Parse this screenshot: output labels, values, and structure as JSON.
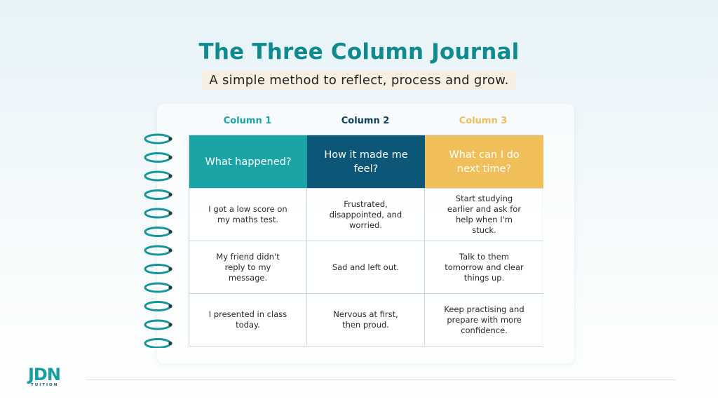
{
  "title": "The Three Column Journal",
  "subtitle": "A simple method to reflect, process and grow.",
  "columns": [
    {
      "label": "Column 1",
      "heading": "What happened?",
      "color": "#1aa4a5"
    },
    {
      "label": "Column 2",
      "heading": "How it made me feel?",
      "color": "#0c5677"
    },
    {
      "label": "Column 3",
      "heading": "What can I do next time?",
      "color": "#f0bf5a"
    }
  ],
  "rows": [
    [
      "I got a low score on my maths test.",
      "Frustrated, disappointed, and worried.",
      "Start studying earlier and ask for help when I'm stuck."
    ],
    [
      "My friend didn't reply to my message.",
      "Sad and left out.",
      "Talk to them tomorrow and clear things up."
    ],
    [
      "I presented in class today.",
      "Nervous at first, then proud.",
      "Keep practising and prepare with more confidence."
    ]
  ],
  "logo": {
    "name": "JDN",
    "tagline": "TUITION"
  },
  "icons": {
    "spiral": "notebook-spiral-icon",
    "logo": "jdn-logo-icon"
  }
}
